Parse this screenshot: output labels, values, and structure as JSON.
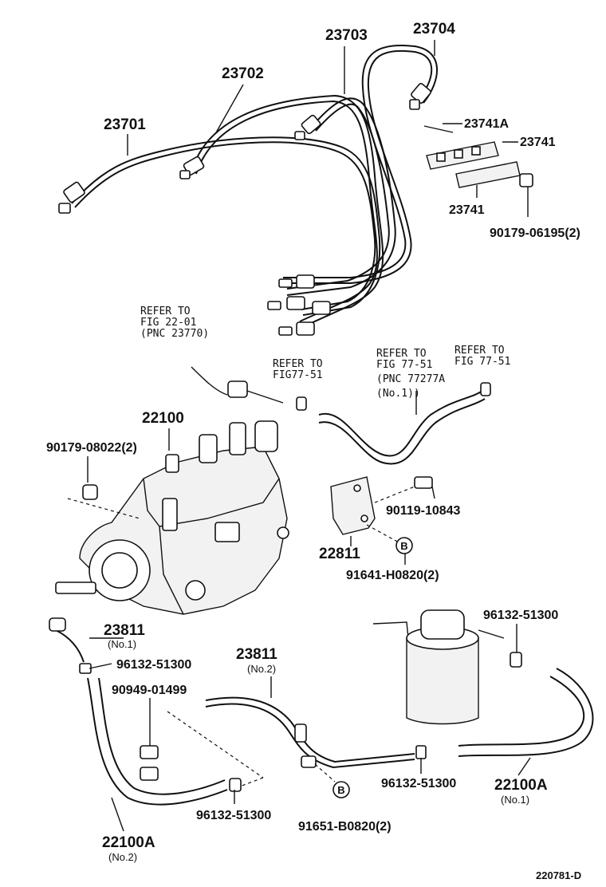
{
  "labels": {
    "p23701": "23701",
    "p23702": "23702",
    "p23703": "23703",
    "p23704": "23704",
    "p23741A": "23741A",
    "p23741_top": "23741",
    "p23741_bot": "23741",
    "p90179_06195": "90179-06195(2)",
    "p22100": "22100",
    "p90179_08022": "90179-08022(2)",
    "p90119_10843": "90119-10843",
    "p22811": "22811",
    "p91641": "91641-H0820(2)",
    "p23811_1": "23811",
    "p23811_1_no": "(No.1)",
    "p96132_a": "96132-51300",
    "p90949": "90949-01499",
    "p96132_b": "96132-51300",
    "p22100A_2": "22100A",
    "p22100A_2_no": "(No.2)",
    "p23811_2": "23811",
    "p23811_2_no": "(No.2)",
    "p91651": "91651-B0820(2)",
    "p96132_c": "96132-51300",
    "p22100A_1": "22100A",
    "p22100A_1_no": "(No.1)",
    "p96132_d": "96132-51300",
    "refer1_l1": "REFER TO",
    "refer1_l2": "FIG 22-01",
    "refer1_l3": "(PNC 23770)",
    "refer2_l1": "REFER TO",
    "refer2_l2": "FIG77-51",
    "refer3_l1": "REFER TO",
    "refer3_l2": "FIG 77-51",
    "refer3_l3": "(PNC 77277A",
    "refer3_l4": "(No.1))",
    "refer4_l1": "REFER TO",
    "refer4_l2": "FIG 77-51",
    "marker_b1": "B",
    "marker_b2": "B",
    "diagram_id": "220781-D"
  }
}
